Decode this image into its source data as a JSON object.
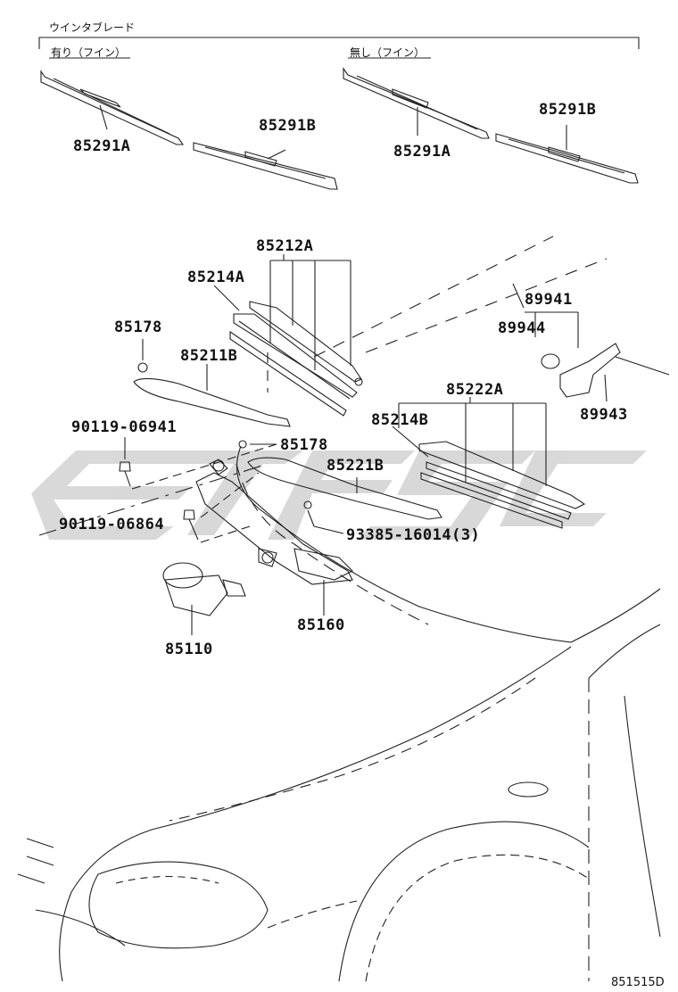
{
  "header": {
    "group_title": "ウインタブレード",
    "with_fin": "有り（フイン）",
    "without_fin": "無し（フイン）"
  },
  "parts": {
    "p85291A_left": "85291A",
    "p85291B_left": "85291B",
    "p85291A_right": "85291A",
    "p85291B_right": "85291B",
    "p85212A": "85212A",
    "p85214A": "85214A",
    "p85178_top": "85178",
    "p85211B": "85211B",
    "p89941": "89941",
    "p89944": "89944",
    "p89943": "89943",
    "p85222A": "85222A",
    "p85214B": "85214B",
    "p90119_06941": "90119-06941",
    "p85178_mid": "85178",
    "p85221B": "85221B",
    "p90119_06864": "90119-06864",
    "p93385_16014": "93385-16014(3)",
    "p85160": "85160",
    "p85110": "85110"
  },
  "footer": {
    "diagram_code": "851515D"
  },
  "colors": {
    "line": "#222222",
    "watermark": "#cfcfcf"
  }
}
